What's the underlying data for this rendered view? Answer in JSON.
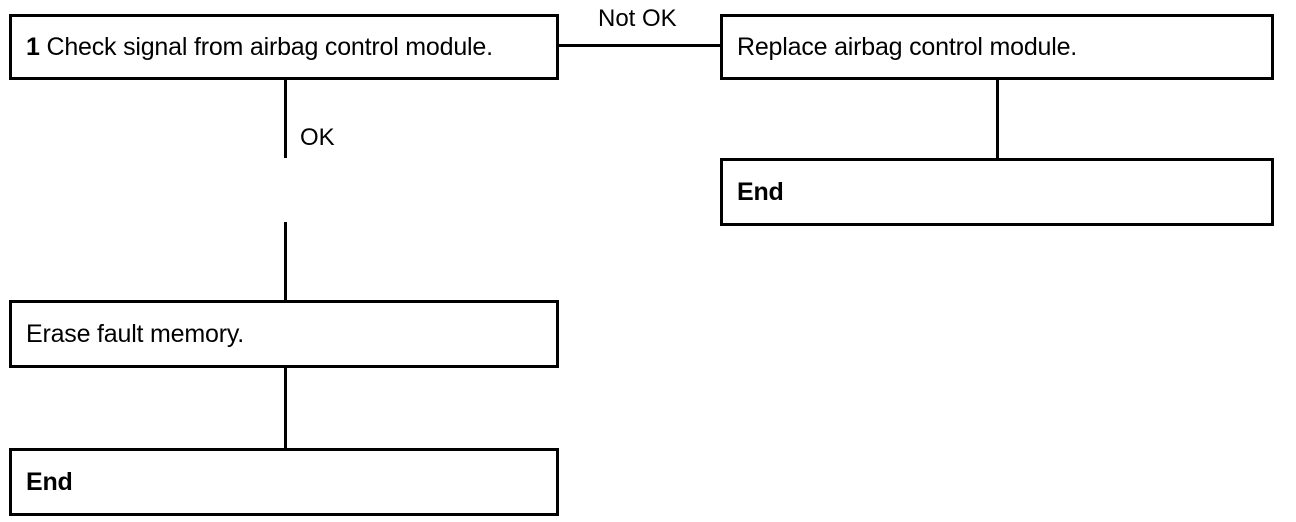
{
  "flowchart": {
    "step1": {
      "number": "1",
      "text": "Check signal from airbag control module."
    },
    "not_ok_label": "Not OK",
    "ok_label": "OK",
    "replace_box": {
      "text": "Replace airbag control module."
    },
    "end_right": {
      "text": "End"
    },
    "erase_box": {
      "text": "Erase fault memory."
    },
    "end_left": {
      "text": "End"
    }
  }
}
